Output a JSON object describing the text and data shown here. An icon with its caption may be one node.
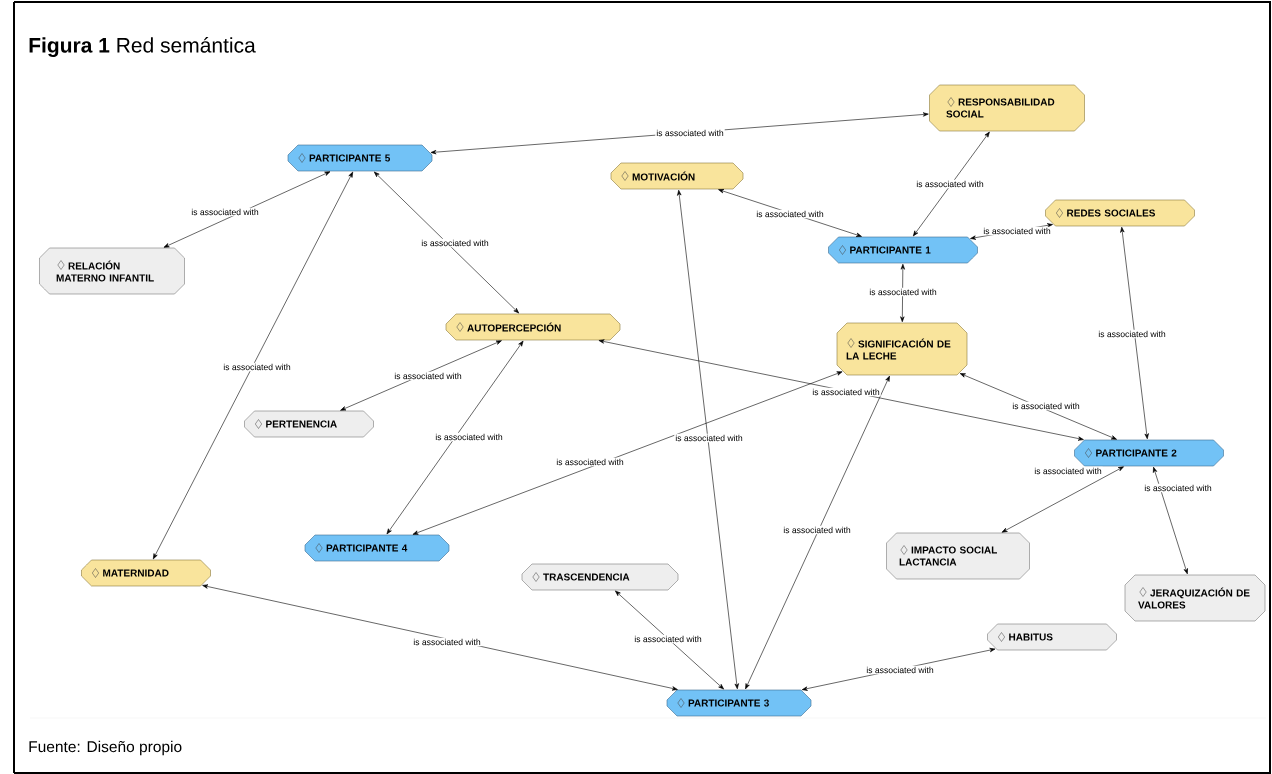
{
  "diagram": {
    "title": "**Figura 1** Red semántica",
    "caption": "Fuente: Diseño propio",
    "nodes": [
      {
        "text": [
          "RESPONSABILIDAD SOCIAL"
        ]
      },
      {
        "text": [
          "PARTICIPANTE 5"
        ]
      },
      {
        "text": [
          "MOTIVACIÓN"
        ]
      },
      {
        "text": [
          "REDES SOCIALES"
        ]
      },
      {
        "text": [
          "PARTICIPANTE 1"
        ]
      },
      {
        "text": [
          "RELACIÓN MATERNO INFANTIL"
        ]
      },
      {
        "text": [
          "AUTOPERCEPCIÓN"
        ]
      },
      {
        "text": [
          "SIGNIFICACIÓN DE LA LECHE"
        ]
      },
      {
        "text": [
          "PERTENENCIA"
        ]
      },
      {
        "text": [
          "PARTICIPANTE 2"
        ]
      },
      {
        "text": [
          "PARTICIPANTE 4"
        ]
      },
      {
        "text": [
          "IMPACTO SOCIAL LACTANCIA"
        ]
      },
      {
        "text": [
          "MATERNIDAD"
        ]
      },
      {
        "text": [
          "TRASCENDENCIA"
        ]
      },
      {
        "text": [
          "JERAQUIZACIÓN DE VALORES"
        ]
      },
      {
        "text": [
          "HABITUS"
        ]
      },
      {
        "text": [
          "PARTICIPANTE 3"
        ]
      }
    ],
    "edges": [
      {
        "from": 1,
        "to": 0,
        "arrow": "both",
        "label": "is associated with"
      },
      {
        "from": 1,
        "to": 5,
        "arrow": "both",
        "label": "is associated with"
      },
      {
        "from": 1,
        "to": 6,
        "arrow": "both",
        "label": "is associated with"
      },
      {
        "from": 1,
        "to": 12,
        "arrow": "both",
        "label": "is associated with"
      },
      {
        "from": 2,
        "to": 4,
        "arrow": "both",
        "label": "is associated with"
      },
      {
        "from": 2,
        "to": 16,
        "arrow": "both",
        "label": "is associated with"
      },
      {
        "from": 0,
        "to": 4,
        "arrow": "both",
        "label": "is associated with"
      },
      {
        "from": 4,
        "to": 3,
        "arrow": "both",
        "label": "is associated with"
      },
      {
        "from": 4,
        "to": 7,
        "arrow": "both",
        "label": "is associated with"
      },
      {
        "from": 6,
        "to": 8,
        "arrow": "both",
        "label": "is associated with"
      },
      {
        "from": 6,
        "to": 10,
        "arrow": "both",
        "label": "is associated with"
      },
      {
        "from": 6,
        "to": 9,
        "arrow": "both",
        "label": "is associated with"
      },
      {
        "from": 7,
        "to": 10,
        "arrow": "both",
        "label": "is associated with"
      },
      {
        "from": 7,
        "to": 16,
        "arrow": "both",
        "label": "is associated with"
      },
      {
        "from": 3,
        "to": 9,
        "arrow": "both",
        "label": "is associated with"
      },
      {
        "from": 7,
        "to": 9,
        "arrow": "both",
        "label": "is associated with"
      },
      {
        "from": 9,
        "to": 11,
        "arrow": "both",
        "label": "is associated with"
      },
      {
        "from": 9,
        "to": 14,
        "arrow": "both",
        "label": "is associated with"
      },
      {
        "from": 13,
        "to": 16,
        "arrow": "both",
        "label": "is associated with"
      },
      {
        "from": 16,
        "to": 15,
        "arrow": "both",
        "label": "is associated with"
      },
      {
        "from": 12,
        "to": 16,
        "arrow": "both",
        "label": "is associated with"
      }
    ]
  }
}
